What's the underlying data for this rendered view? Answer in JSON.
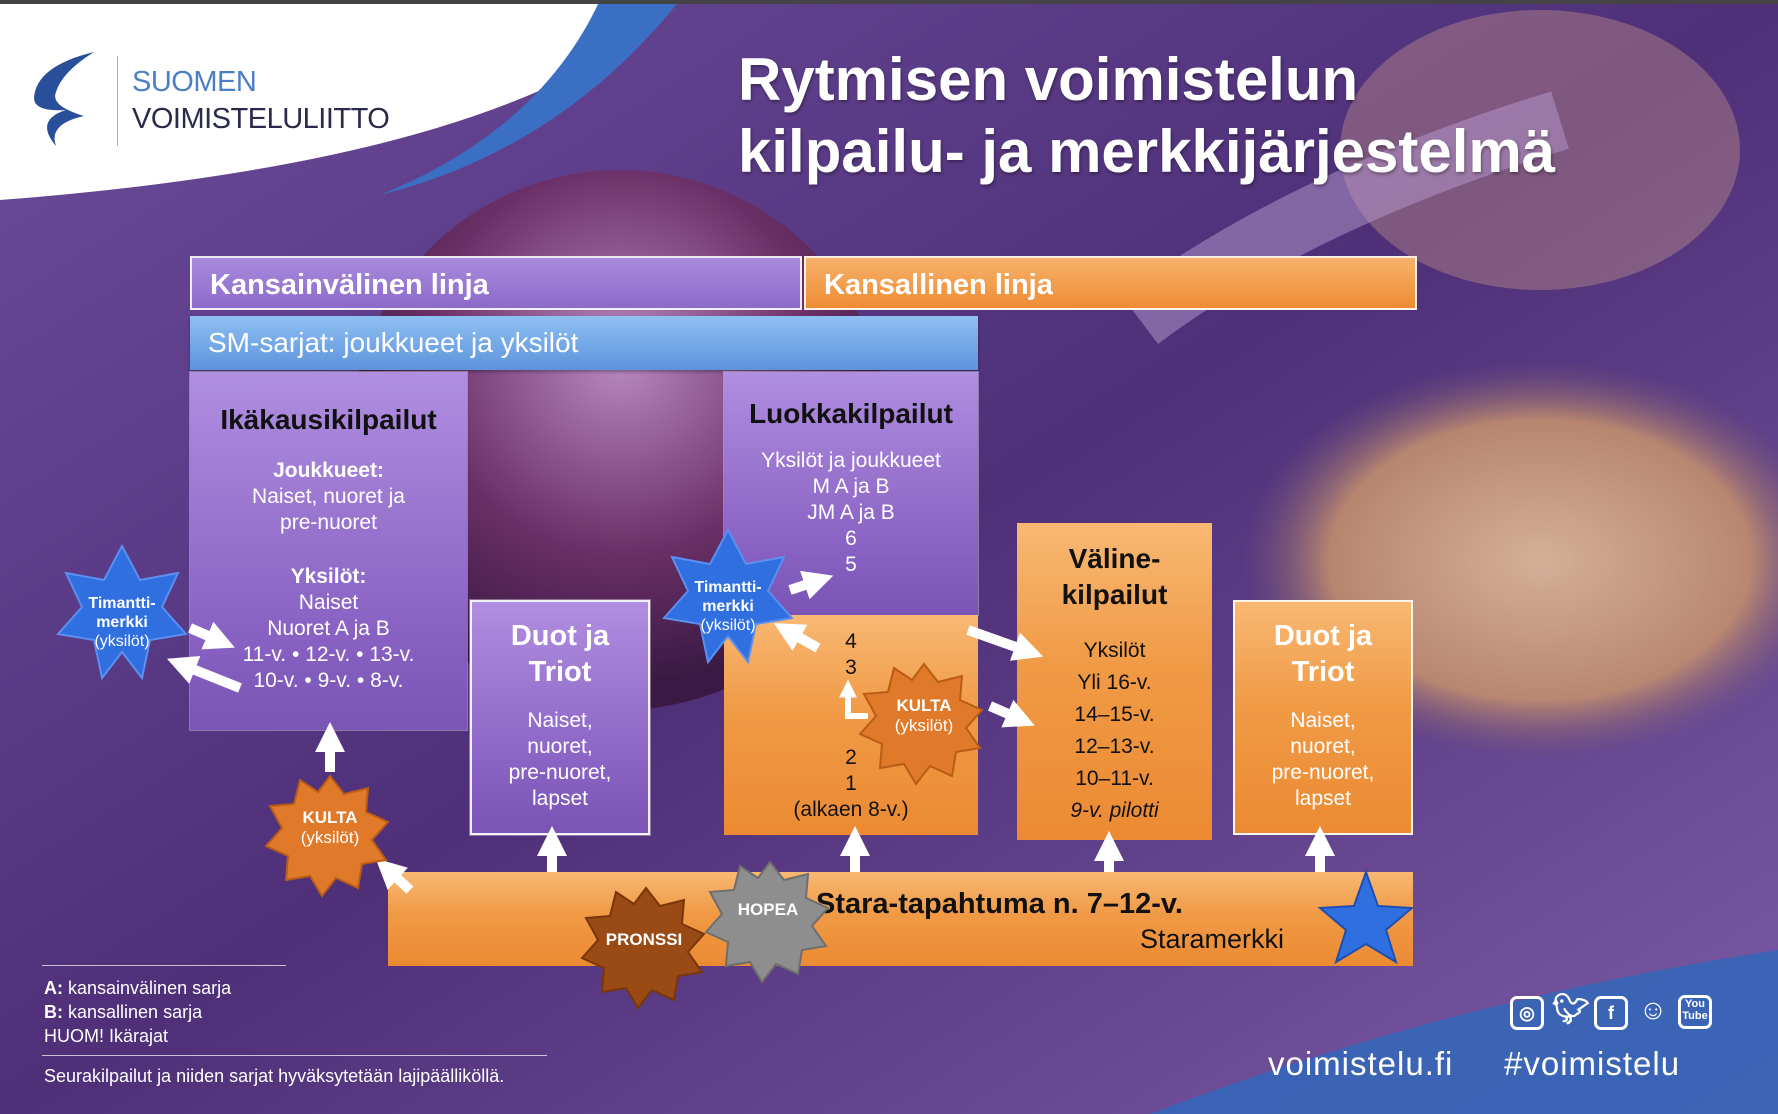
{
  "title": {
    "line1": "Rytmisen voimistelun",
    "line2": "kilpailu- ja merkkijärjestelmä"
  },
  "logo": {
    "line1": "SUOMEN",
    "line2": "VOIMISTELULIITTO",
    "icon": "swirl-logo"
  },
  "colors": {
    "purple": "#8a63c4",
    "orange": "#f0963f",
    "blue_bar": "#6aa0e0",
    "star_blue": "#2f6fe0",
    "gold": "#e07a2a",
    "silver": "#8e8e8e",
    "bronze": "#9a4a15"
  },
  "lines": {
    "international": "Kansainvälinen linja",
    "national": "Kansallinen linja",
    "sm": "SM-sarjat: joukkueet ja yksilöt"
  },
  "ika": {
    "title": "Ikäkausikilpailut",
    "teams_label": "Joukkueet:",
    "teams_1": "Naiset, nuoret ja",
    "teams_2": "pre-nuoret",
    "ind_label": "Yksilöt:",
    "ind_1": "Naiset",
    "ind_2": "Nuoret A ja B",
    "ind_3": "11-v. • 12-v. • 13-v.",
    "ind_4": "10-v. • 9-v. • 8-v."
  },
  "duot1": {
    "title_1": "Duot ja",
    "title_2": "Triot",
    "l1": "Naiset,",
    "l2": "nuoret,",
    "l3": "pre-nuoret,",
    "l4": "lapset"
  },
  "luokka": {
    "title": "Luokkakilpailut",
    "l1": "Yksilöt ja joukkueet",
    "l2": "M A ja B",
    "l3": "JM A ja B",
    "n6": "6",
    "n5": "5",
    "n4": "4",
    "n3": "3",
    "n2": "2",
    "n1": "1",
    "alku": "(alkaen 8-v.)"
  },
  "valine": {
    "title_1": "Väline-",
    "title_2": "kilpailut",
    "l1": "Yksilöt",
    "l2": "Yli 16-v.",
    "l3": "14–15-v.",
    "l4": "12–13-v.",
    "l5": "10–11-v.",
    "l6": "9-v. pilotti"
  },
  "duot2": {
    "title_1": "Duot ja",
    "title_2": "Triot",
    "l1": "Naiset,",
    "l2": "nuoret,",
    "l3": "pre-nuoret,",
    "l4": "lapset"
  },
  "stara": {
    "title": "Stara-tapahtuma n. 7–12-v.",
    "sub": "Staramerkki"
  },
  "badges": {
    "tim1": {
      "l1": "Timantti-",
      "l2": "merkki",
      "l3": "(yksilöt)"
    },
    "tim2": {
      "l1": "Timantti-",
      "l2": "merkki",
      "l3": "(yksilöt)"
    },
    "kulta1": {
      "l1": "KULTA",
      "l2": "(yksilöt)"
    },
    "kulta2": {
      "l1": "KULTA",
      "l2": "(yksilöt)"
    },
    "hopea": "HOPEA",
    "pronssi": "PRONSSI"
  },
  "legend": {
    "a_key": "A:",
    "a_text": " kansainvälinen sarja",
    "b_key": "B:",
    "b_text": " kansallinen sarja",
    "huom": "HUOM! Ikärajat",
    "note": "Seurakilpailut ja niiden sarjat hyväksytetään lajipäälliköllä."
  },
  "footer": {
    "site": "voimistelu.fi",
    "hashtag": "#voimistelu",
    "icons": [
      "instagram-icon",
      "twitter-icon",
      "facebook-icon",
      "snapchat-icon",
      "youtube-icon"
    ]
  }
}
